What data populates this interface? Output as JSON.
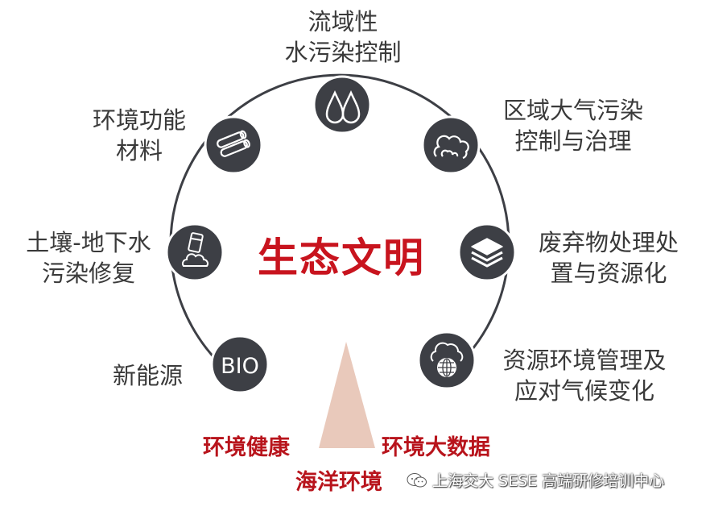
{
  "center": {
    "title": "生态文明"
  },
  "nodes": [
    {
      "id": "water",
      "icon": "water-drops-icon",
      "lines": [
        "流域性",
        "水污染控制"
      ]
    },
    {
      "id": "air",
      "icon": "cloud-icon",
      "lines": [
        "区域大气污染",
        "控制与治理"
      ]
    },
    {
      "id": "waste",
      "icon": "layers-icon",
      "lines": [
        "废弃物处理处",
        "置与资源化"
      ]
    },
    {
      "id": "climate",
      "icon": "globe-cloud-icon",
      "lines": [
        "资源环境管理及",
        "应对气候变化"
      ]
    },
    {
      "id": "bio",
      "icon": "bio-icon",
      "icon_text": "BIO",
      "lines": [
        "新能源"
      ]
    },
    {
      "id": "soil",
      "icon": "soil-bottle-icon",
      "lines": [
        "土壤-地下水",
        "污染修复"
      ]
    },
    {
      "id": "materials",
      "icon": "material-rolls-icon",
      "lines": [
        "环境功能",
        "材料"
      ]
    }
  ],
  "bottom": {
    "left": "环境健康",
    "right": "环境大数据",
    "center": "海洋环境"
  },
  "watermark": "上海交大 SESE 高端研修培训中心",
  "colors": {
    "node_fill": "#3d3f45",
    "ring": "#3d3f45",
    "accent_red": "#c8141e",
    "triangle": "#e9c9bb"
  }
}
